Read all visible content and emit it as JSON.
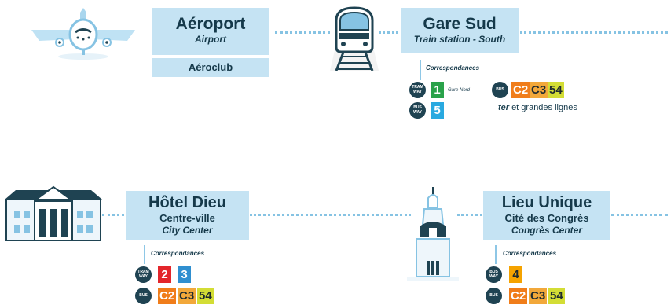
{
  "stops": {
    "airport": {
      "name": "Aéroport",
      "sub": "Airport",
      "extra": "Aéroclub"
    },
    "gare_sud": {
      "name": "Gare Sud",
      "sub": "Train station - South"
    },
    "hotel_dieu": {
      "name": "Hôtel Dieu",
      "line2": "Centre-ville",
      "sub": "City Center"
    },
    "lieu_unique": {
      "name": "Lieu Unique",
      "line2": "Cité des Congrès",
      "sub": "Congrès Center"
    }
  },
  "connections": {
    "label": "Correspondances",
    "tramway_label": [
      "TRAM",
      "WAY"
    ],
    "busway_label": [
      "BUS",
      "WAY"
    ],
    "bus_label": "BUS",
    "gare_sud": {
      "tram_line": "1",
      "tram_note": "Gare Nord",
      "busway_line": "5",
      "bus_lines": [
        "C2",
        "C3",
        "54"
      ],
      "ter_logo": "ter",
      "ter_text": "et grandes lignes"
    },
    "hotel_dieu": {
      "tram_lines": [
        "2",
        "3"
      ],
      "bus_lines": [
        "C2",
        "C3",
        "54"
      ]
    },
    "lieu_unique": {
      "busway_line": "4",
      "bus_lines": [
        "C2",
        "C3",
        "54"
      ]
    }
  },
  "colors": {
    "box": "#c5e3f3",
    "dots": "#86c3e3",
    "tram1": "#2aa24a",
    "busway5": "#29a9e0",
    "tram2": "#e3262b",
    "tram3": "#2f8fd0",
    "busway4": "#f5a300",
    "c2": "#f07d1a",
    "c3": "#f2a83a",
    "line54": "#d3dd35"
  }
}
